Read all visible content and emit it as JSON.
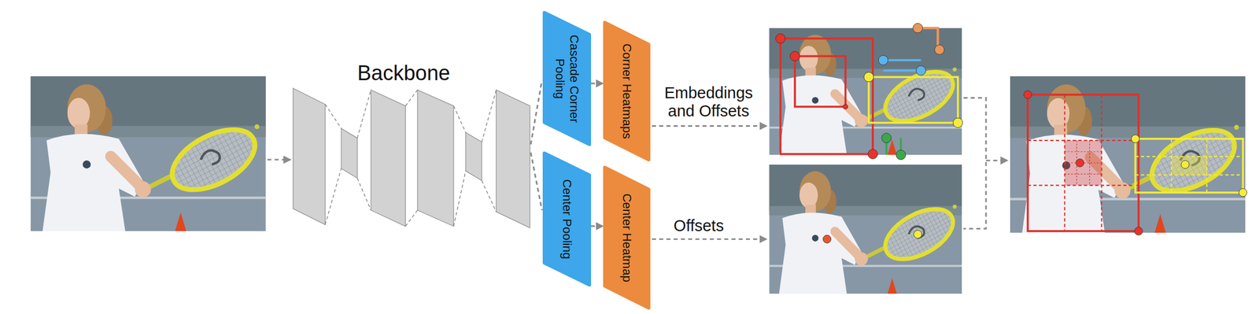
{
  "diagram": {
    "nodes": [
      {
        "text": [
          "Cascade Corner Pooling"
        ]
      },
      {
        "text": [
          "Corner Heatmaps"
        ]
      },
      {
        "text": [
          "Center Pooling"
        ]
      },
      {
        "text": [
          "Center Heatmap"
        ]
      }
    ],
    "edges": [
      {
        "from": 0,
        "to": 1,
        "arrow": "to"
      },
      {
        "from": 2,
        "to": 3,
        "arrow": "to"
      }
    ],
    "labels": [
      "Backbone",
      "Embeddings and Offsets",
      "Offsets"
    ]
  }
}
